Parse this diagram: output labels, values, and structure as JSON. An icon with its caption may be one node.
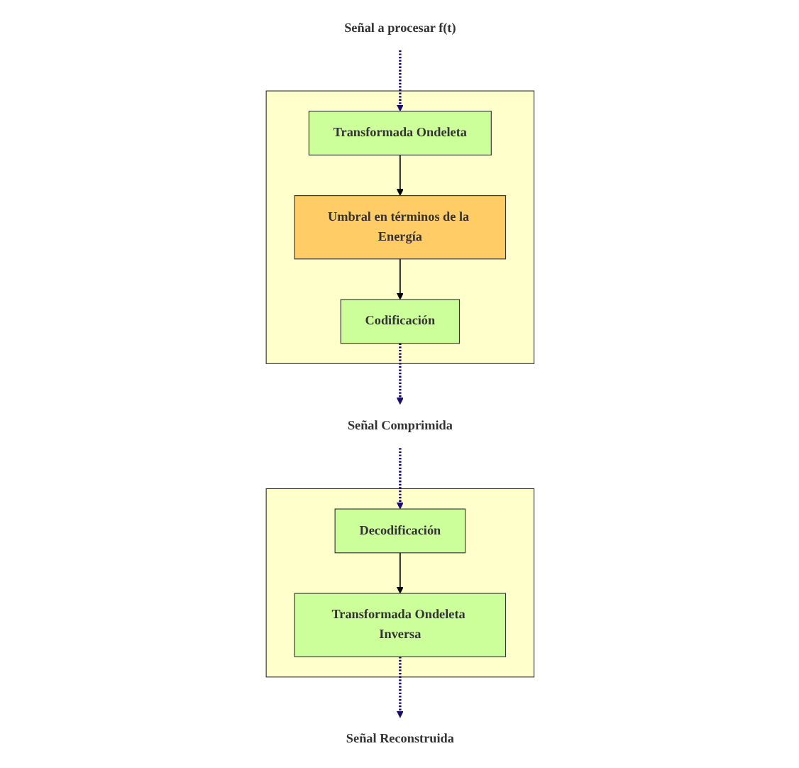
{
  "diagram": {
    "nodes": [
      {
        "text": [
          "Señal a procesar f(t)"
        ]
      },
      {
        "text": [],
        "shape": "box"
      },
      {
        "text": [
          "Transformada Ondeleta"
        ],
        "in": 1
      },
      {
        "text": [
          "Umbral en términos de la Energía"
        ],
        "in": 1
      },
      {
        "text": [
          "Codificación"
        ],
        "in": 1
      },
      {
        "text": [
          "Señal Comprimida"
        ]
      },
      {
        "text": [],
        "shape": "box"
      },
      {
        "text": [
          "Transformada Ondeleta Inversa"
        ],
        "in": 6
      },
      {
        "text": [
          "Decodificación"
        ],
        "in": 6
      },
      {
        "text": [
          "Señal Reconstruida"
        ]
      }
    ],
    "edges": [
      {
        "from": 0,
        "to": 2,
        "arrow": "to",
        "style": "dashed"
      },
      {
        "from": 2,
        "to": 3,
        "arrow": "to",
        "color": "#000000"
      },
      {
        "from": 3,
        "to": 4,
        "arrow": "to",
        "color": "#000000"
      },
      {
        "from": 4,
        "to": 5,
        "arrow": "to",
        "style": "dashed"
      },
      {
        "from": 5,
        "to": 8,
        "arrow": "to",
        "style": "dashed"
      },
      {
        "from": 8,
        "to": 7,
        "arrow": "to",
        "color": "#000000"
      },
      {
        "from": 7,
        "to": 9,
        "arrow": "to",
        "style": "dashed"
      }
    ]
  }
}
